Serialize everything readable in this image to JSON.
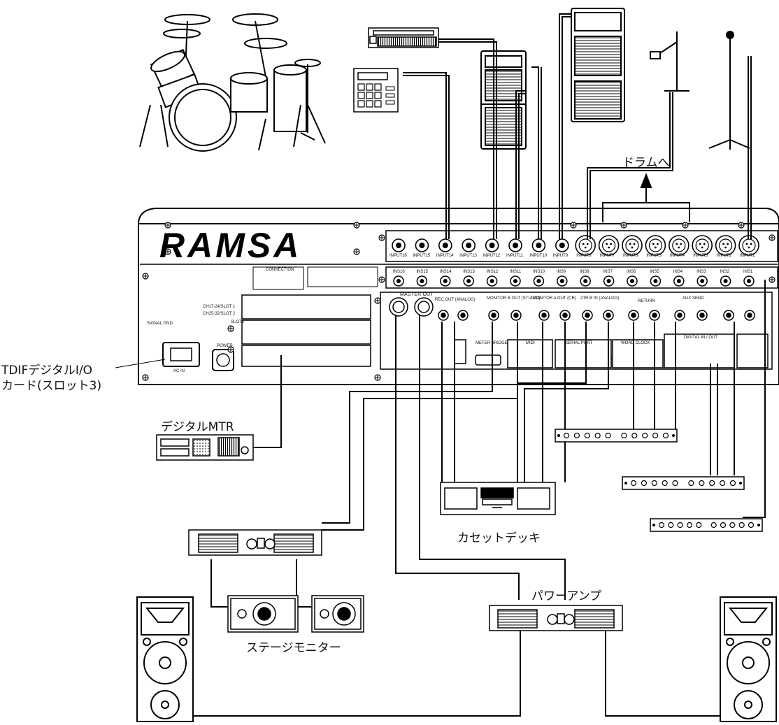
{
  "labels": {
    "to_drums": "ドラムへ",
    "tdif_card_line1": "TDIFデジタルI/O",
    "tdif_card_line2": "カード(スロット3)",
    "digital_mtr": "デジタルMTR",
    "cassette_deck": "カセットデッキ",
    "stage_monitor": "ステージモニター",
    "power_amp": "パワーアンプ"
  },
  "mixer": {
    "brand": "RAMSA",
    "inputs": [
      "INPUT16",
      "INPUT15",
      "INPUT14",
      "INPUT13",
      "INPUT12",
      "INPUT11",
      "INPUT10",
      "INPUT9",
      "INPUT8",
      "INPUT7",
      "INPUT6",
      "INPUT5",
      "INPUT4",
      "INPUT3",
      "INPUT2",
      "INPUT1"
    ],
    "inserts": [
      "INS16",
      "INS15",
      "INS14",
      "INS13",
      "INS12",
      "INS11",
      "INS10",
      "INS9",
      "INS8",
      "INS7",
      "INS6",
      "INS5",
      "INS4",
      "INS3",
      "INS2",
      "INS1"
    ],
    "sections": {
      "master_out": "MASTER OUT",
      "rec_out": "REC OUT (ANALOG)",
      "monitor_b": "MONITOR B OUT (STUDIO)",
      "monitor_a": "MONITOR A OUT (CR)",
      "two_tr_b": "2TR B IN (ANALOG)",
      "return": "RETURN",
      "aux_send": "AUX SEND",
      "meter_bridge": "METER BRIDGE",
      "midi": "MIDI",
      "serial_port": "SERIAL PORT",
      "word_clock": "WORD CLOCK",
      "digital_io": "DIGITAL IN / OUT",
      "power": "POWER",
      "ac_in": "AC IN",
      "signal_gnd": "SIGNAL GND",
      "ch17_24": "CH17-24/SLOT 1",
      "ch25_32": "CH25-32/SLOT 2",
      "slot3": "SLOT3",
      "connection": "CONNECTION"
    }
  }
}
